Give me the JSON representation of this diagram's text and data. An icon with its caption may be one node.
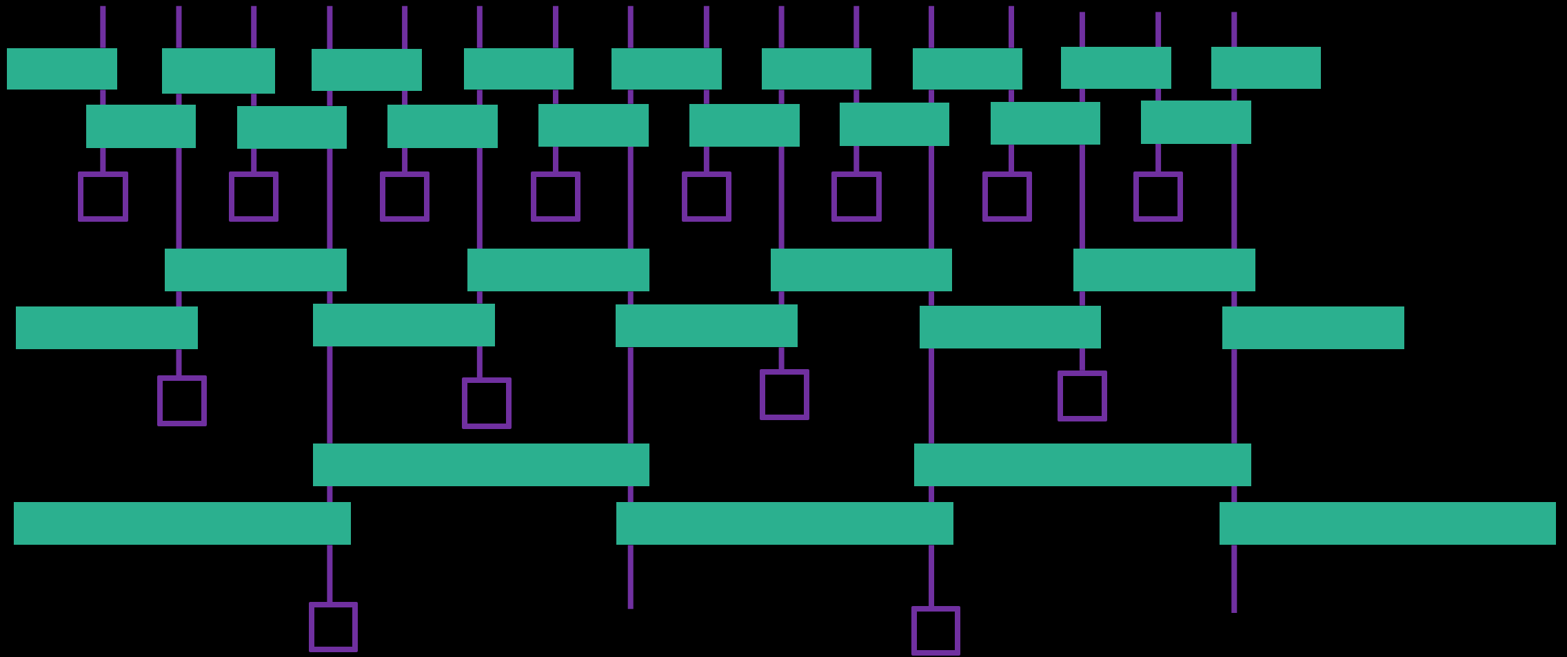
{
  "diagram": {
    "nodes": [
      {
        "text": [],
        "shape": "bar"
      },
      {
        "text": [],
        "shape": "bar"
      },
      {
        "text": [],
        "shape": "bar"
      },
      {
        "text": [],
        "shape": "bar"
      },
      {
        "text": [],
        "shape": "bar"
      },
      {
        "text": [],
        "shape": "bar"
      },
      {
        "text": [],
        "shape": "bar"
      },
      {
        "text": [],
        "shape": "bar"
      },
      {
        "text": [],
        "shape": "bar"
      },
      {
        "text": [],
        "shape": "bar"
      },
      {
        "text": [],
        "shape": "bar"
      },
      {
        "text": [],
        "shape": "bar"
      },
      {
        "text": [],
        "shape": "bar"
      },
      {
        "text": [],
        "shape": "bar"
      },
      {
        "text": [],
        "shape": "bar"
      },
      {
        "text": [],
        "shape": "bar"
      },
      {
        "text": [],
        "shape": "bar"
      },
      {
        "text": [],
        "shape": "box"
      },
      {
        "text": [],
        "shape": "box"
      },
      {
        "text": [],
        "shape": "box"
      },
      {
        "text": [],
        "shape": "box"
      },
      {
        "text": [],
        "shape": "box"
      },
      {
        "text": [],
        "shape": "box"
      },
      {
        "text": [],
        "shape": "box"
      },
      {
        "text": [],
        "shape": "box"
      },
      {
        "text": [],
        "shape": "bar"
      },
      {
        "text": [],
        "shape": "bar"
      },
      {
        "text": [],
        "shape": "bar"
      },
      {
        "text": [],
        "shape": "bar"
      },
      {
        "text": [],
        "shape": "bar"
      },
      {
        "text": [],
        "shape": "bar"
      },
      {
        "text": [],
        "shape": "bar"
      },
      {
        "text": [],
        "shape": "bar"
      },
      {
        "text": [],
        "shape": "bar"
      },
      {
        "text": [],
        "shape": "box"
      },
      {
        "text": [],
        "shape": "box"
      },
      {
        "text": [],
        "shape": "box"
      },
      {
        "text": [],
        "shape": "box"
      },
      {
        "text": [],
        "shape": "bar"
      },
      {
        "text": [],
        "shape": "bar"
      },
      {
        "text": [],
        "shape": "bar"
      },
      {
        "text": [],
        "shape": "bar"
      },
      {
        "text": [],
        "shape": "bar"
      },
      {
        "text": [],
        "shape": "box"
      },
      {
        "text": [],
        "shape": "box"
      }
    ],
    "edges": [
      {
        "from": null,
        "to": 0,
        "arrow": "none"
      },
      {
        "from": 0,
        "to": 9,
        "arrow": "none"
      },
      {
        "from": 9,
        "to": 17,
        "arrow": "none"
      },
      {
        "from": null,
        "to": 1,
        "arrow": "none"
      },
      {
        "from": 1,
        "to": 9,
        "arrow": "none"
      },
      {
        "from": 9,
        "to": 25,
        "arrow": "none"
      },
      {
        "from": 25,
        "to": 29,
        "arrow": "none"
      },
      {
        "from": 29,
        "to": 34,
        "arrow": "none"
      },
      {
        "from": null,
        "to": 1,
        "arrow": "none"
      },
      {
        "from": 1,
        "to": 10,
        "arrow": "none"
      },
      {
        "from": 10,
        "to": 18,
        "arrow": "none"
      },
      {
        "from": null,
        "to": 2,
        "arrow": "none"
      },
      {
        "from": 2,
        "to": 10,
        "arrow": "none"
      },
      {
        "from": 10,
        "to": 25,
        "arrow": "none"
      },
      {
        "from": 25,
        "to": 30,
        "arrow": "none"
      },
      {
        "from": 30,
        "to": 38,
        "arrow": "none"
      },
      {
        "from": 38,
        "to": 40,
        "arrow": "none"
      },
      {
        "from": 40,
        "to": 43,
        "arrow": "none"
      },
      {
        "from": null,
        "to": 2,
        "arrow": "none"
      },
      {
        "from": 2,
        "to": 11,
        "arrow": "none"
      },
      {
        "from": 11,
        "to": 19,
        "arrow": "none"
      },
      {
        "from": null,
        "to": 3,
        "arrow": "none"
      },
      {
        "from": 3,
        "to": 11,
        "arrow": "none"
      },
      {
        "from": 11,
        "to": 26,
        "arrow": "none"
      },
      {
        "from": 26,
        "to": 30,
        "arrow": "none"
      },
      {
        "from": 30,
        "to": 35,
        "arrow": "none"
      },
      {
        "from": null,
        "to": 3,
        "arrow": "none"
      },
      {
        "from": 3,
        "to": 12,
        "arrow": "none"
      },
      {
        "from": 12,
        "to": 20,
        "arrow": "none"
      },
      {
        "from": null,
        "to": 4,
        "arrow": "none"
      },
      {
        "from": 4,
        "to": 12,
        "arrow": "none"
      },
      {
        "from": 12,
        "to": 26,
        "arrow": "none"
      },
      {
        "from": 26,
        "to": 31,
        "arrow": "none"
      },
      {
        "from": 31,
        "to": 38,
        "arrow": "none"
      },
      {
        "from": 38,
        "to": 41,
        "arrow": "none"
      },
      {
        "from": 41,
        "to": null,
        "arrow": "none"
      },
      {
        "from": null,
        "to": 4,
        "arrow": "none"
      },
      {
        "from": 4,
        "to": 13,
        "arrow": "none"
      },
      {
        "from": 13,
        "to": 21,
        "arrow": "none"
      },
      {
        "from": null,
        "to": 5,
        "arrow": "none"
      },
      {
        "from": 5,
        "to": 13,
        "arrow": "none"
      },
      {
        "from": 13,
        "to": 27,
        "arrow": "none"
      },
      {
        "from": 27,
        "to": 31,
        "arrow": "none"
      },
      {
        "from": 31,
        "to": 36,
        "arrow": "none"
      },
      {
        "from": null,
        "to": 5,
        "arrow": "none"
      },
      {
        "from": 5,
        "to": 14,
        "arrow": "none"
      },
      {
        "from": 14,
        "to": 22,
        "arrow": "none"
      },
      {
        "from": null,
        "to": 6,
        "arrow": "none"
      },
      {
        "from": 6,
        "to": 14,
        "arrow": "none"
      },
      {
        "from": 14,
        "to": 27,
        "arrow": "none"
      },
      {
        "from": 27,
        "to": 32,
        "arrow": "none"
      },
      {
        "from": 32,
        "to": 39,
        "arrow": "none"
      },
      {
        "from": 39,
        "to": 41,
        "arrow": "none"
      },
      {
        "from": 41,
        "to": 44,
        "arrow": "none"
      },
      {
        "from": null,
        "to": 6,
        "arrow": "none"
      },
      {
        "from": 6,
        "to": 15,
        "arrow": "none"
      },
      {
        "from": 15,
        "to": 23,
        "arrow": "none"
      },
      {
        "from": null,
        "to": 7,
        "arrow": "none"
      },
      {
        "from": 7,
        "to": 15,
        "arrow": "none"
      },
      {
        "from": 15,
        "to": 28,
        "arrow": "none"
      },
      {
        "from": 28,
        "to": 32,
        "arrow": "none"
      },
      {
        "from": 32,
        "to": 37,
        "arrow": "none"
      },
      {
        "from": null,
        "to": 7,
        "arrow": "none"
      },
      {
        "from": 7,
        "to": 16,
        "arrow": "none"
      },
      {
        "from": 16,
        "to": 24,
        "arrow": "none"
      },
      {
        "from": null,
        "to": 8,
        "arrow": "none"
      },
      {
        "from": 8,
        "to": 16,
        "arrow": "none"
      },
      {
        "from": 16,
        "to": 28,
        "arrow": "none"
      },
      {
        "from": 28,
        "to": 33,
        "arrow": "none"
      },
      {
        "from": 33,
        "to": 39,
        "arrow": "none"
      },
      {
        "from": 39,
        "to": 42,
        "arrow": "none"
      },
      {
        "from": 42,
        "to": null,
        "arrow": "none"
      }
    ]
  }
}
